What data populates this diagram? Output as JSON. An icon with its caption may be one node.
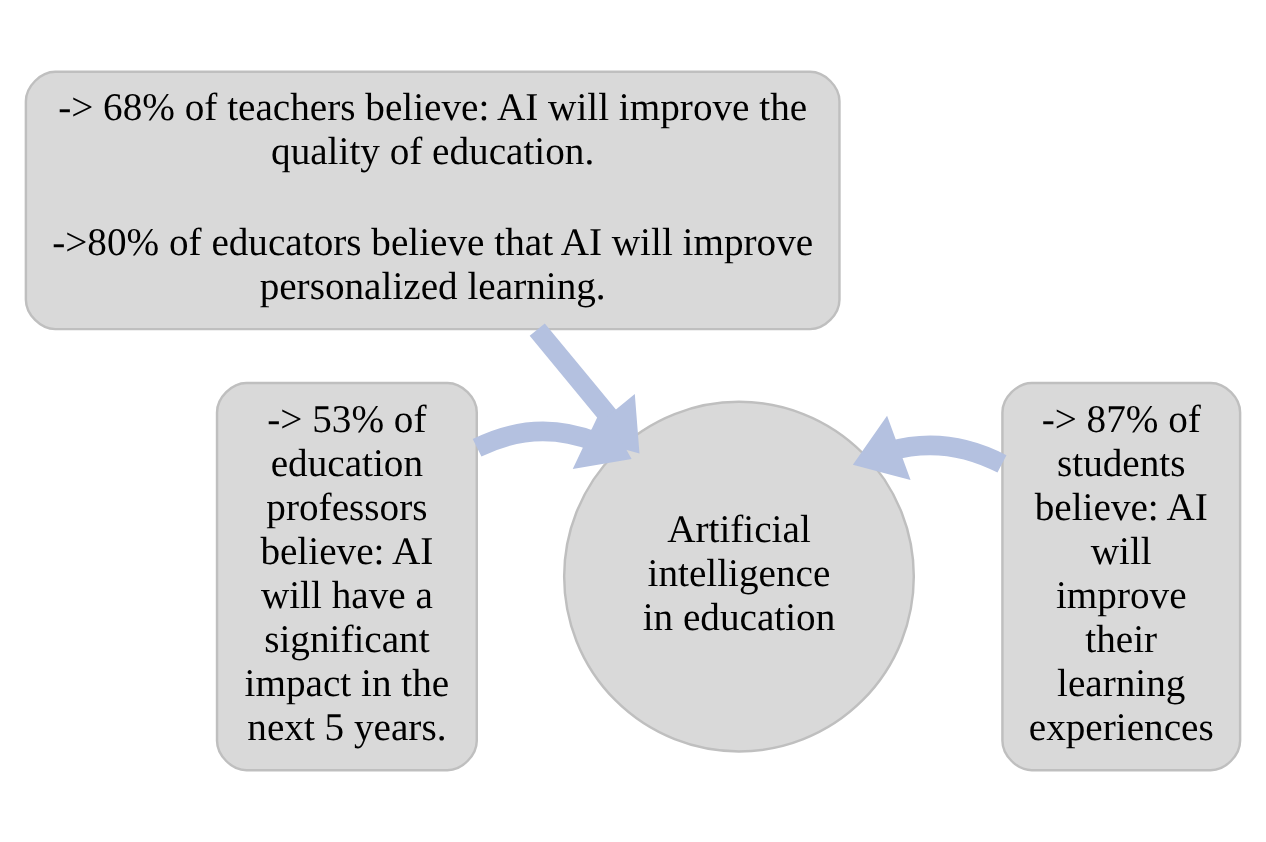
{
  "diagram": {
    "nodes": [
      {
        "text": [
          "-> 68% of teachers believe: AI will improve the quality of education.",
          "->80% of educators believe that AI will improve personalized learning."
        ]
      },
      {
        "text": [
          "-> 53% of education professors believe: AI will have a significant impact in the next 5 years."
        ]
      },
      {
        "text": [
          "Artificial intelligence in education"
        ]
      },
      {
        "text": [
          "-> 87% of students believe: AI will improve their learning experiences"
        ]
      }
    ],
    "edges": [
      {
        "from": 0,
        "to": 2,
        "arrow": "to",
        "color": "#b4c1e0"
      },
      {
        "from": 1,
        "to": 2,
        "arrow": "to",
        "color": "#b4c1e0"
      },
      {
        "from": 3,
        "to": 2,
        "arrow": "to",
        "color": "#b4c1e0"
      }
    ]
  }
}
